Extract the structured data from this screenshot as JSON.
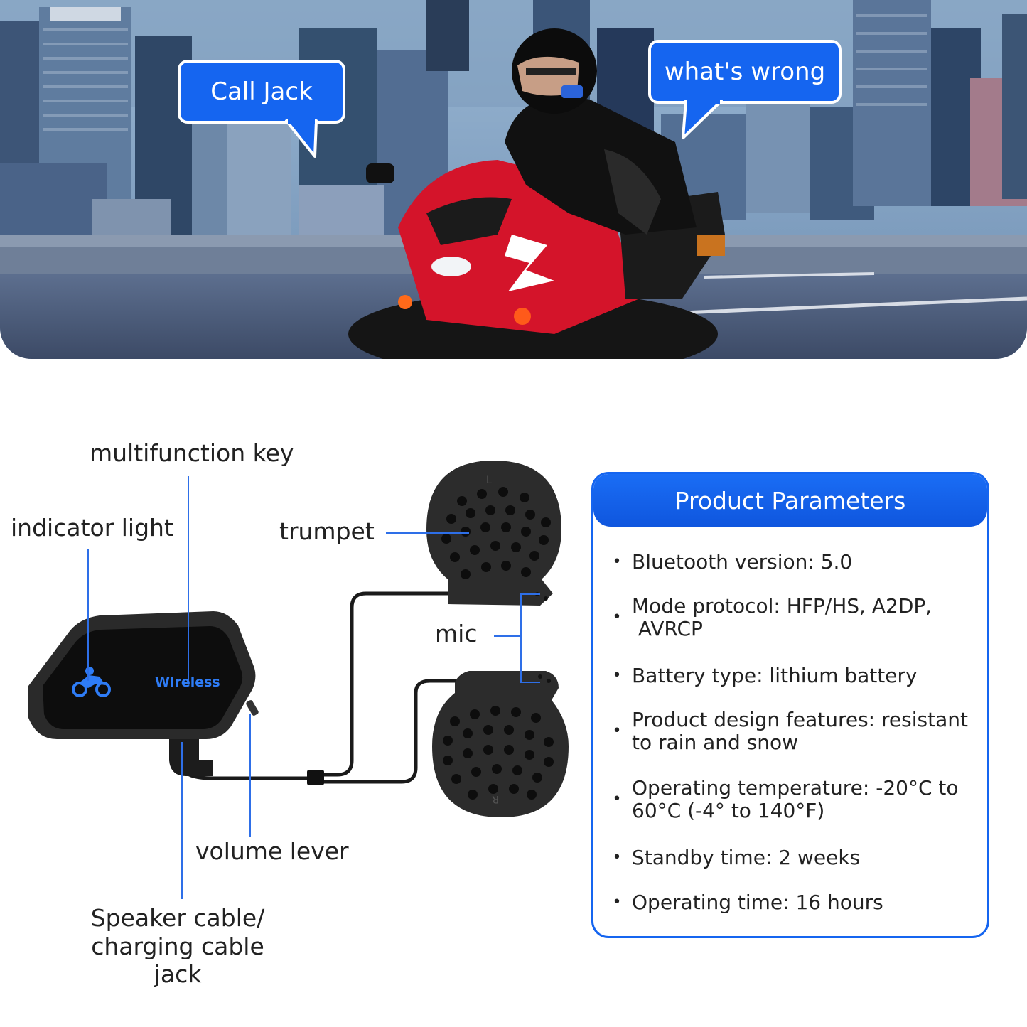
{
  "hero": {
    "bubble_left": "Call Jack",
    "bubble_right": "what's wrong"
  },
  "diagram": {
    "labels": {
      "multifunction_key": "multifunction key",
      "indicator_light": "indicator light",
      "trumpet": "trumpet",
      "mic": "mic",
      "volume_lever": "volume lever",
      "speaker_cable_line1": "Speaker cable/",
      "speaker_cable_line2": "charging cable jack"
    },
    "device_text": "Wlreless",
    "speaker_left_mark": "L",
    "speaker_right_mark": "R"
  },
  "parameters": {
    "title": "Product Parameters",
    "items": [
      {
        "line1": "Bluetooth version: 5.0",
        "line2": ""
      },
      {
        "line1": "Mode protocol: HFP/HS, A2DP,",
        "line2": " AVRCP"
      },
      {
        "line1": "Battery type: lithium battery",
        "line2": ""
      },
      {
        "line1": "Product design features: resistant",
        "line2": "to rain and snow"
      },
      {
        "line1": "Operating temperature: -20°C to",
        "line2": "60°C (-4° to 140°F)"
      },
      {
        "line1": "Standby time: 2 weeks",
        "line2": ""
      },
      {
        "line1": "Operating time: 16 hours",
        "line2": ""
      }
    ]
  },
  "colors": {
    "accent": "#1565f0",
    "bike_red": "#d4142a",
    "city_blue": "#4a6a9a"
  }
}
